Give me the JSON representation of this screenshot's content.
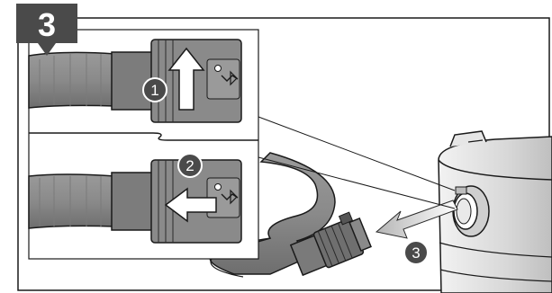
{
  "figure": {
    "step_number": "3",
    "callouts": [
      {
        "label": "1"
      },
      {
        "label": "2"
      },
      {
        "label": "3"
      }
    ],
    "colors": {
      "hose": "#8c8c8c",
      "hose_dark": "#6f6f6f",
      "coupling": "#7a7a7a",
      "badge": "#4a4a4a",
      "arrow": "#ffffff",
      "outline": "#1a1a1a",
      "drum": "#d9d9d9"
    },
    "icons": [
      "arrow-up-icon",
      "arrow-left-icon",
      "arrow-out-icon",
      "lock-symbol-icon"
    ]
  }
}
